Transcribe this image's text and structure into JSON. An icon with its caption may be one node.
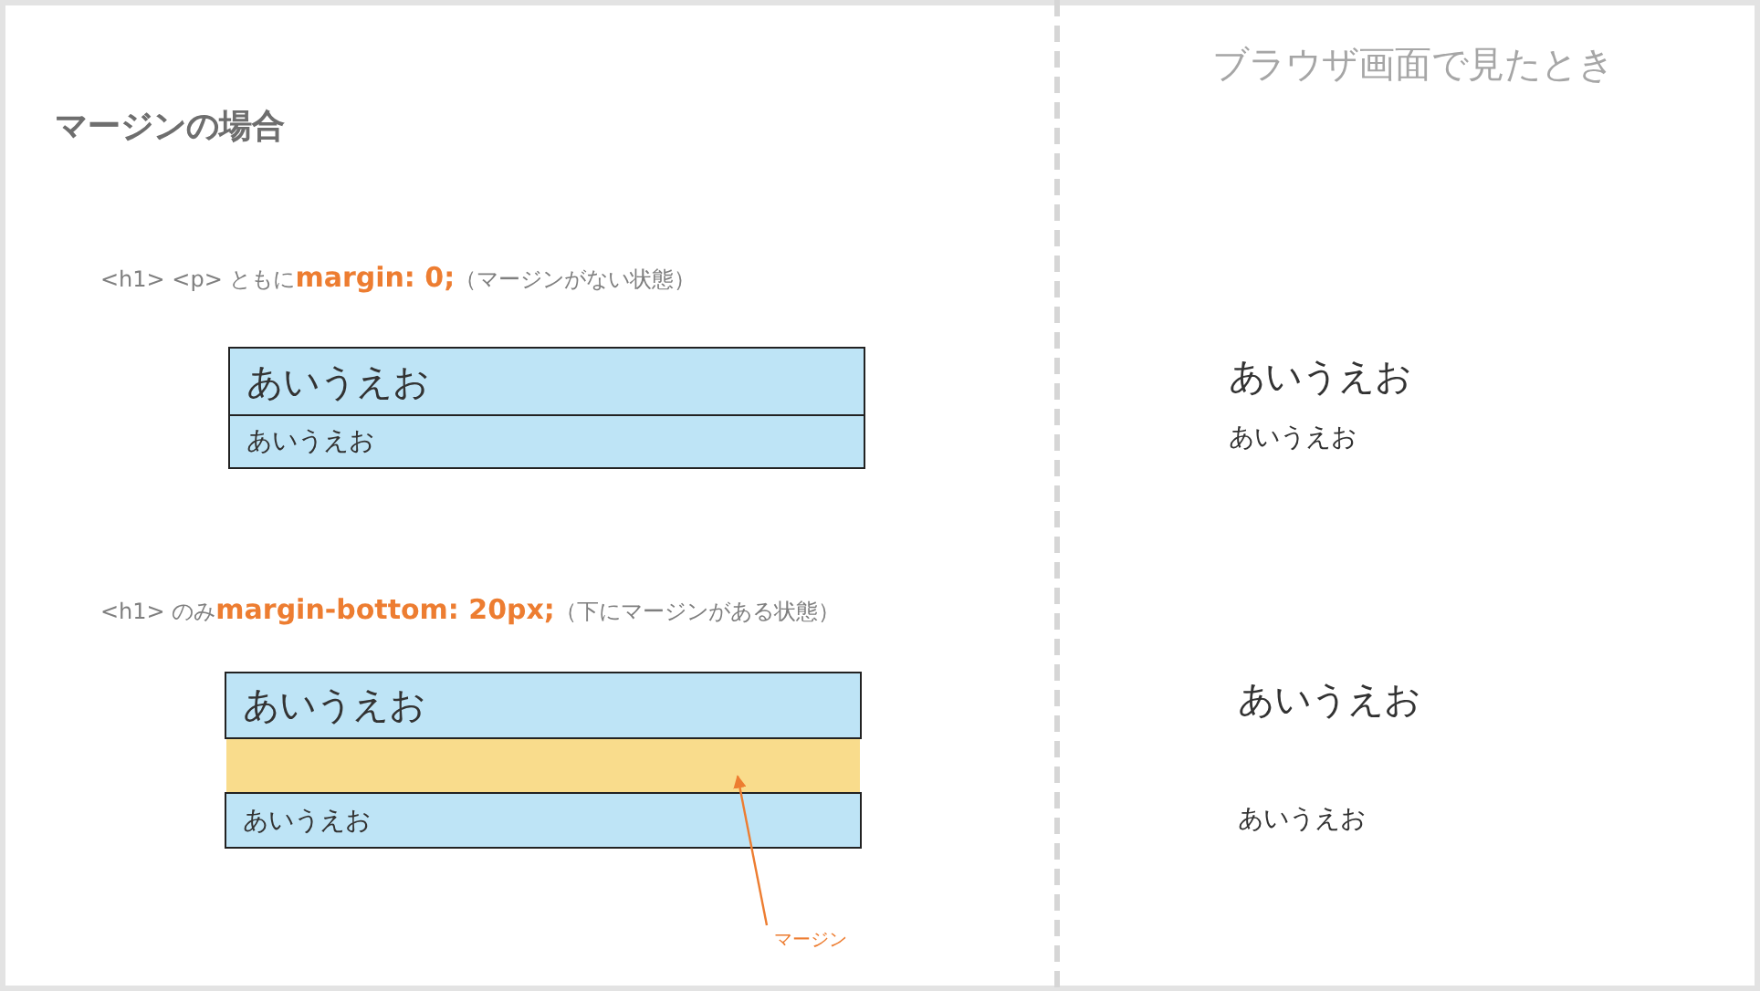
{
  "diagram": {
    "title": "マージンの場合",
    "nodes": [
      {
        "text": [
          "あいうえお"
        ]
      },
      {
        "text": [
          "あいうえお"
        ]
      },
      {
        "text": [
          "あいうえお"
        ]
      },
      {
        "text": [],
        "shape": "bar"
      },
      {
        "text": [
          "あいうえお"
        ]
      },
      {
        "text": [
          "マージン"
        ]
      }
    ],
    "edges": [
      {
        "from": 5,
        "to": 3,
        "arrow": "to",
        "color": "#ed7d31"
      }
    ],
    "labels": [
      "ブラウザ画面で見たとき",
      "<h1> <p> ともに**margin: 0;**（マージンがない状態）",
      "あいうえお",
      "あいうえお",
      "<h1> のみ**margin-bottom: 20px;**（下にマージンがある状態）",
      "あいうえお",
      "あいうえお"
    ]
  }
}
